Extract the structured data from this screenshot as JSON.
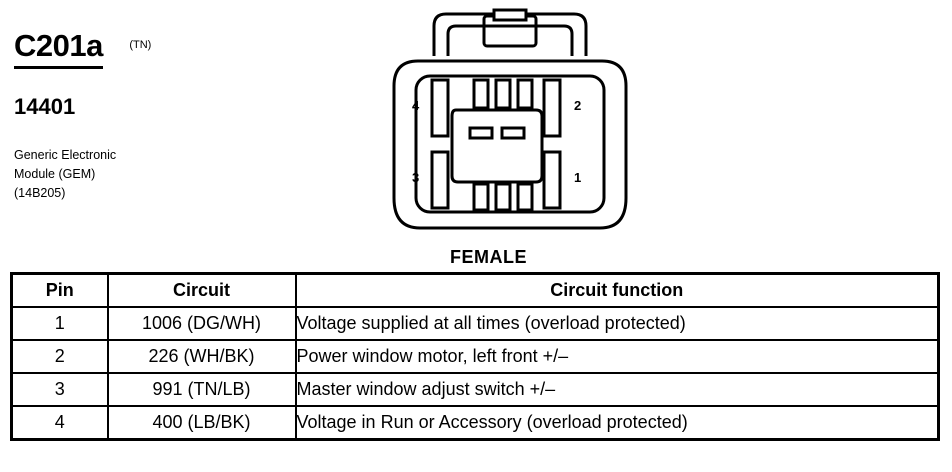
{
  "header": {
    "connector_id": "C201a",
    "wire_color": "(TN)",
    "part_number": "14401",
    "description_lines": [
      "Generic Electronic",
      "Module (GEM)",
      "(14B205)"
    ]
  },
  "diagram": {
    "pin_labels": [
      "4",
      "2",
      "3",
      "1"
    ],
    "gender_label": "FEMALE"
  },
  "table": {
    "headers": [
      "Pin",
      "Circuit",
      "Circuit function"
    ],
    "rows": [
      {
        "pin": "1",
        "circuit": "1006 (DG/WH)",
        "function": "Voltage supplied at all times (overload protected)"
      },
      {
        "pin": "2",
        "circuit": "226 (WH/BK)",
        "function": "Power window motor, left front +/–"
      },
      {
        "pin": "3",
        "circuit": "991 (TN/LB)",
        "function": "Master window adjust switch +/–"
      },
      {
        "pin": "4",
        "circuit": "400 (LB/BK)",
        "function": "Voltage in Run or Accessory (overload protected)"
      }
    ]
  }
}
